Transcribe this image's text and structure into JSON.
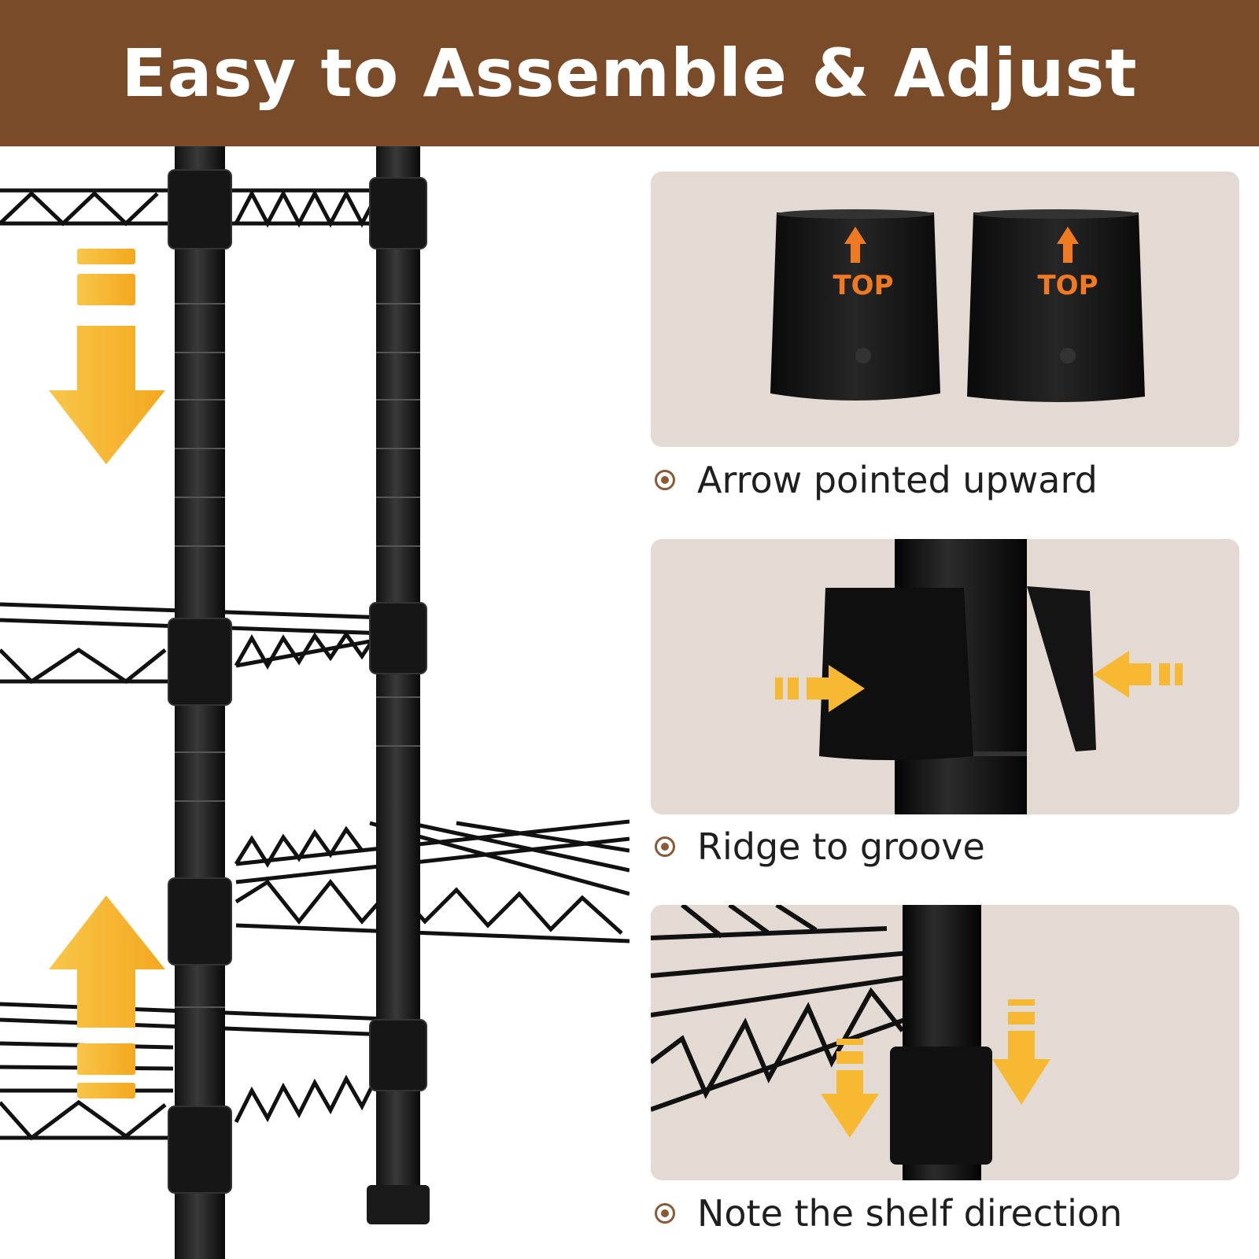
{
  "banner": {
    "title": "Easy to Assemble & Adjust",
    "bg_color": "#7a4b29",
    "text_color": "#ffffff"
  },
  "panels": [
    {
      "caption": "Arrow pointed upward",
      "sleeve_label": "TOP",
      "icon": "bullet-ring-icon"
    },
    {
      "caption": "Ridge to groove",
      "icon": "bullet-ring-icon"
    },
    {
      "caption": "Note the shelf direction",
      "icon": "bullet-ring-icon"
    }
  ],
  "colors": {
    "panel_bg": "#e3dad3",
    "arrow_yellow": "#f8b932",
    "label_orange": "#f07a22",
    "bullet": "#8a5a36"
  }
}
